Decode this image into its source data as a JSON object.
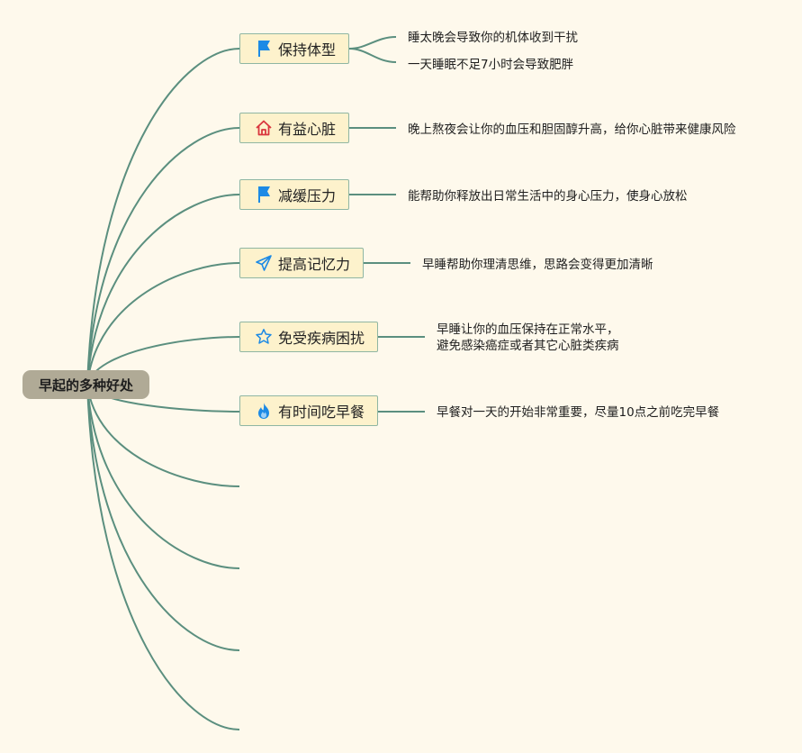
{
  "root": {
    "label": "早起的多种好处"
  },
  "colors": {
    "background": "#fef9ec",
    "connector": "#5b8f7f",
    "root_fill": "#b0aa96",
    "topic_fill": "#fdf2cc",
    "topic_border": "#8fb6a3",
    "flag_icon": "#1d8ae5",
    "home_icon": "#d9363e",
    "send_icon": "#1d8ae5",
    "star_icon": "#1d8ae5",
    "fire_icon": "#1d8ae5"
  },
  "topics": [
    {
      "label": "保持体型",
      "icon": "flag-icon",
      "details": [
        {
          "text": "睡太晚会导致你的机体收到干扰"
        },
        {
          "text": "一天睡眠不足7小时会导致肥胖"
        }
      ]
    },
    {
      "label": "有益心脏",
      "icon": "home-icon",
      "details": [
        {
          "text": "晚上熬夜会让你的血压和胆固醇升高，给你心脏带来健康风险"
        }
      ]
    },
    {
      "label": "减缓压力",
      "icon": "flag-icon",
      "details": [
        {
          "text": "能帮助你释放出日常生活中的身心压力，使身心放松"
        }
      ]
    },
    {
      "label": "提高记忆力",
      "icon": "send-icon",
      "details": [
        {
          "text": "早睡帮助你理清思维，思路会变得更加清晰"
        }
      ]
    },
    {
      "label": "免受疾病困扰",
      "icon": "star-icon",
      "details": [
        {
          "lines": [
            "早睡让你的血压保持在正常水平，",
            "避免感染癌症或者其它心脏类疾病"
          ]
        }
      ]
    },
    {
      "label": "有时间吃早餐",
      "icon": "fire-icon",
      "details": [
        {
          "text": "早餐对一天的开始非常重要，尽量10点之前吃完早餐"
        }
      ]
    }
  ],
  "empty_branch_count": 4
}
